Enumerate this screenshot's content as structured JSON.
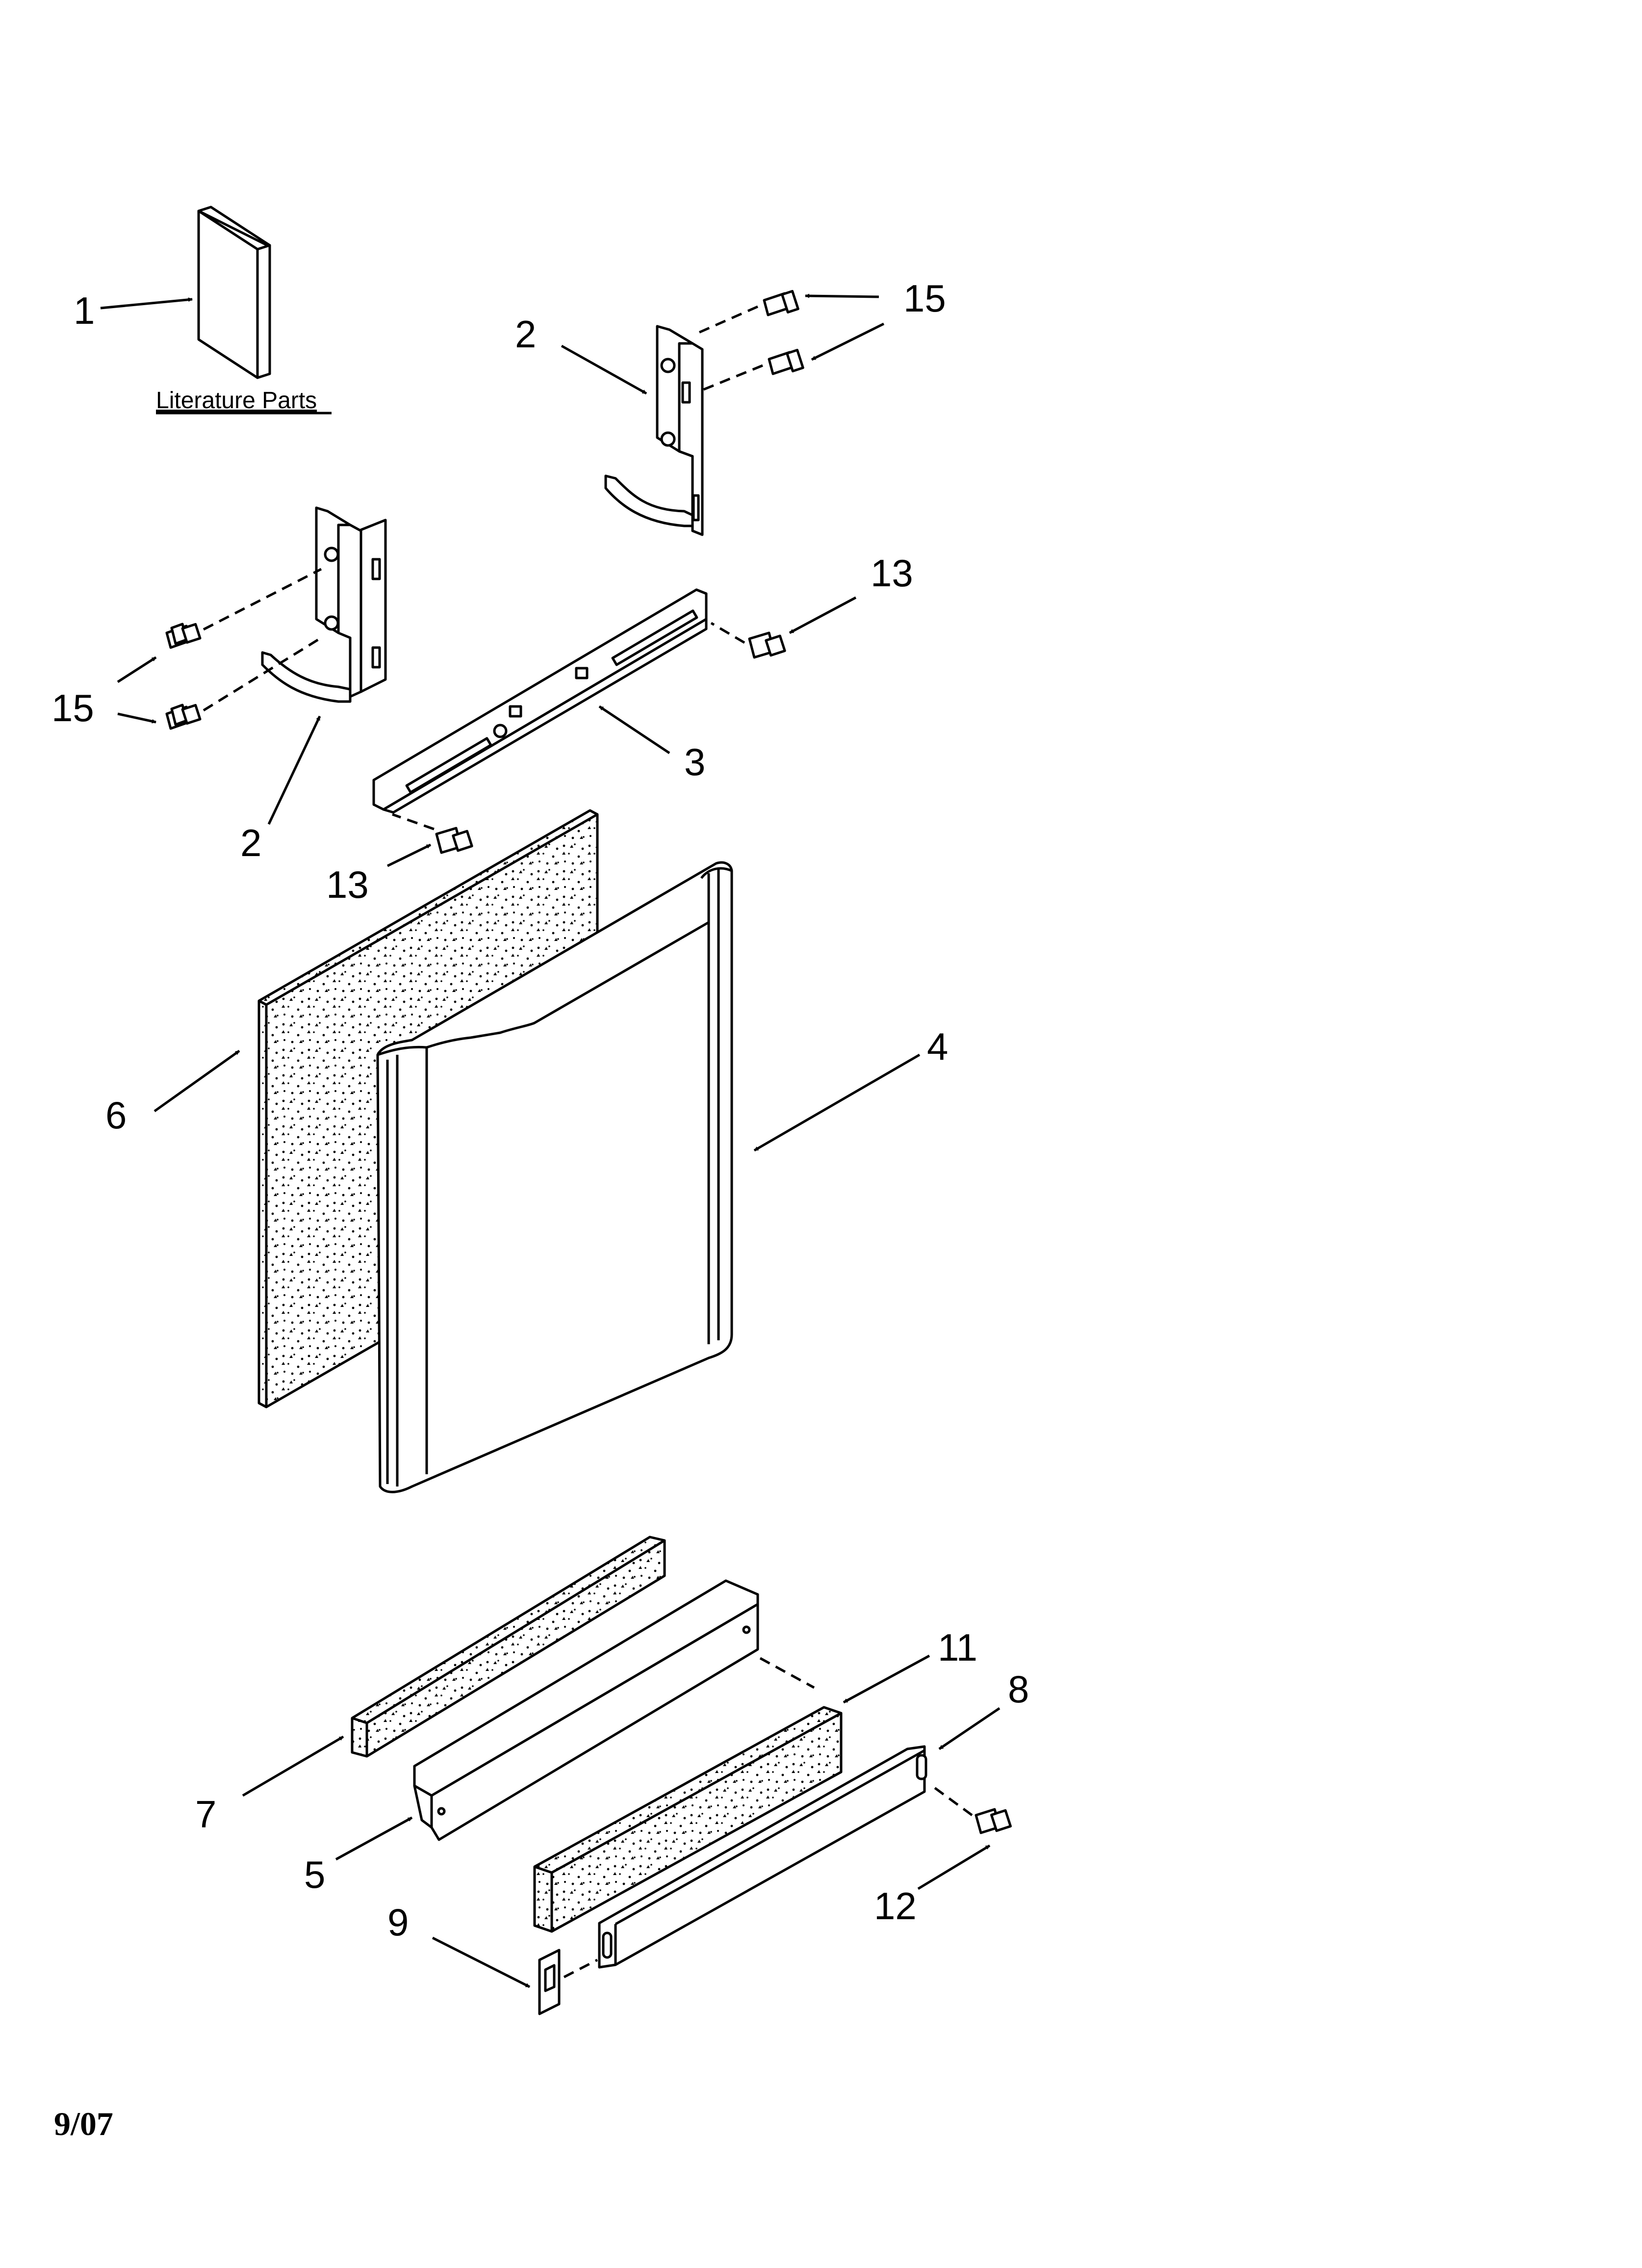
{
  "labels": {
    "l1": "1",
    "l2a": "2",
    "l2b": "2",
    "l3": "3",
    "l4": "4",
    "l5": "5",
    "l6": "6",
    "l7": "7",
    "l8": "8",
    "l9": "9",
    "l11": "11",
    "l12": "12",
    "l13a": "13",
    "l13b": "13",
    "l15a": "15",
    "l15b": "15"
  },
  "literature_caption": "Literature Parts",
  "date": "9/07"
}
